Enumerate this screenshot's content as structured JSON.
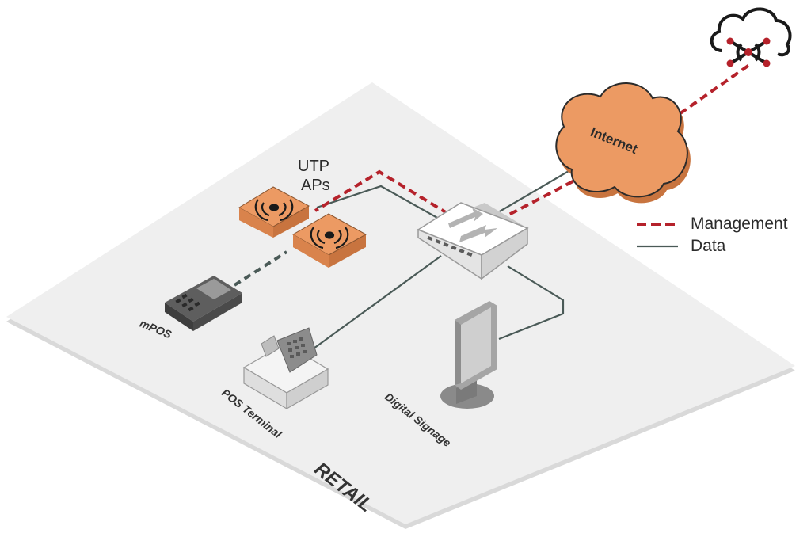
{
  "diagram": {
    "floor_label": "RETAIL",
    "internet_label": "Internet",
    "ap_group_label_line1": "UTP",
    "ap_group_label_line2": "APs",
    "devices": {
      "mpos": "mPOS",
      "pos_terminal": "POS Terminal",
      "digital_signage": "Digital Signage"
    },
    "legend": {
      "management": "Management",
      "data": "Data"
    }
  },
  "colors": {
    "management": "#b5222b",
    "data": "#4a5a57",
    "accent_orange": "#ec9a63",
    "floor": "#efefef"
  },
  "icons": [
    "cloud-management-icon",
    "internet-cloud-icon",
    "access-point-icon",
    "network-switch-icon",
    "mpos-icon",
    "pos-terminal-icon",
    "digital-signage-icon"
  ]
}
